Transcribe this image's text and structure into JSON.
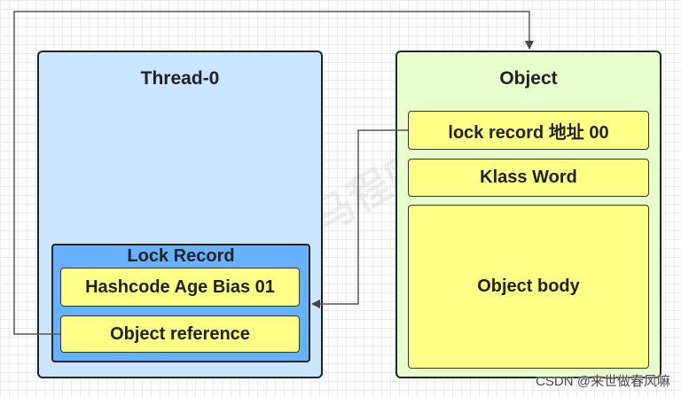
{
  "thread": {
    "title": "Thread-0",
    "lock_record": {
      "title": "Lock Record",
      "hashcode_cell": "Hashcode Age Bias 01",
      "object_reference_cell": "Object reference"
    }
  },
  "object": {
    "title": "Object",
    "lock_record_address_cell": "lock record 地址 00",
    "klass_word_cell": "Klass Word",
    "object_body_cell": "Object body"
  },
  "watermark": "黑马程序员",
  "credit": "CSDN @来世做春风嘛",
  "colors": {
    "thread_fill": "#cce5ff",
    "object_fill": "#e6ffcc",
    "lock_record_fill": "#66b2ff",
    "cell_fill": "#ffff88",
    "connector": "#555555"
  }
}
